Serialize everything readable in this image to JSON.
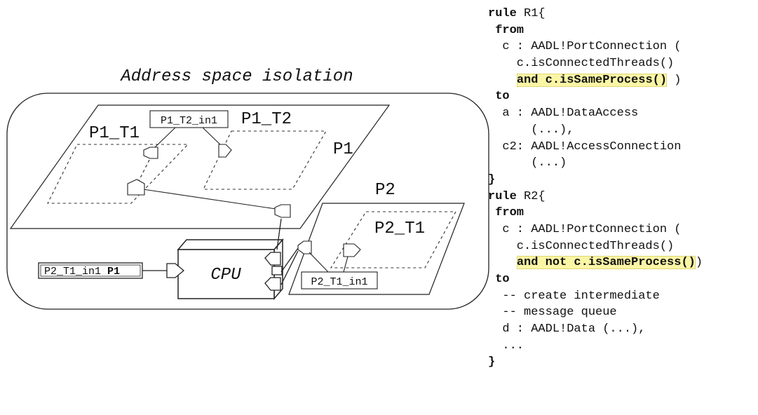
{
  "diagram": {
    "title": "Address space isolation",
    "labels": {
      "p1": "P1",
      "p2": "P2",
      "p1_t1": "P1_T1",
      "p1_t2": "P1_T2",
      "p2_t1": "P2_T1",
      "p1_t2_in1": "P1_T2_in1",
      "p2_t1_in1": "P2_T1_in1",
      "external_port_prefix": "P2_T1_in1 ",
      "external_port_bold": "P1",
      "cpu": "CPU"
    }
  },
  "code": {
    "lines": [
      [
        {
          "t": "rule",
          "s": "kw"
        },
        {
          "t": " R1{"
        }
      ],
      [
        {
          "t": " "
        },
        {
          "t": "from",
          "s": "kw"
        }
      ],
      [
        {
          "t": "  c : AADL!PortConnection ("
        }
      ],
      [
        {
          "t": "    c.isConnectedThreads()"
        }
      ],
      [
        {
          "t": "    "
        },
        {
          "t": "and c.isSameProcess()",
          "s": "hl"
        },
        {
          "t": " )"
        }
      ],
      [
        {
          "t": " "
        },
        {
          "t": "to",
          "s": "kw"
        }
      ],
      [
        {
          "t": "  a : AADL!DataAccess"
        }
      ],
      [
        {
          "t": "      (...),"
        }
      ],
      [
        {
          "t": "  c2: AADL!AccessConnection"
        }
      ],
      [
        {
          "t": "      (...)"
        }
      ],
      [
        {
          "t": "}",
          "s": "kw"
        }
      ],
      [
        {
          "t": "rule",
          "s": "kw"
        },
        {
          "t": " R2{"
        }
      ],
      [
        {
          "t": " "
        },
        {
          "t": "from",
          "s": "kw"
        }
      ],
      [
        {
          "t": "  c : AADL!PortConnection ("
        }
      ],
      [
        {
          "t": "    c.isConnectedThreads()"
        }
      ],
      [
        {
          "t": "    "
        },
        {
          "t": "and not c.isSameProcess()",
          "s": "hl"
        },
        {
          "t": ")"
        }
      ],
      [
        {
          "t": " "
        },
        {
          "t": "to",
          "s": "kw"
        }
      ],
      [
        {
          "t": "  -- create intermediate"
        }
      ],
      [
        {
          "t": "  -- message queue"
        }
      ],
      [
        {
          "t": "  d : AADL!Data (...),"
        }
      ],
      [
        {
          "t": "  ..."
        }
      ],
      [
        {
          "t": "}",
          "s": "kw"
        }
      ]
    ]
  }
}
